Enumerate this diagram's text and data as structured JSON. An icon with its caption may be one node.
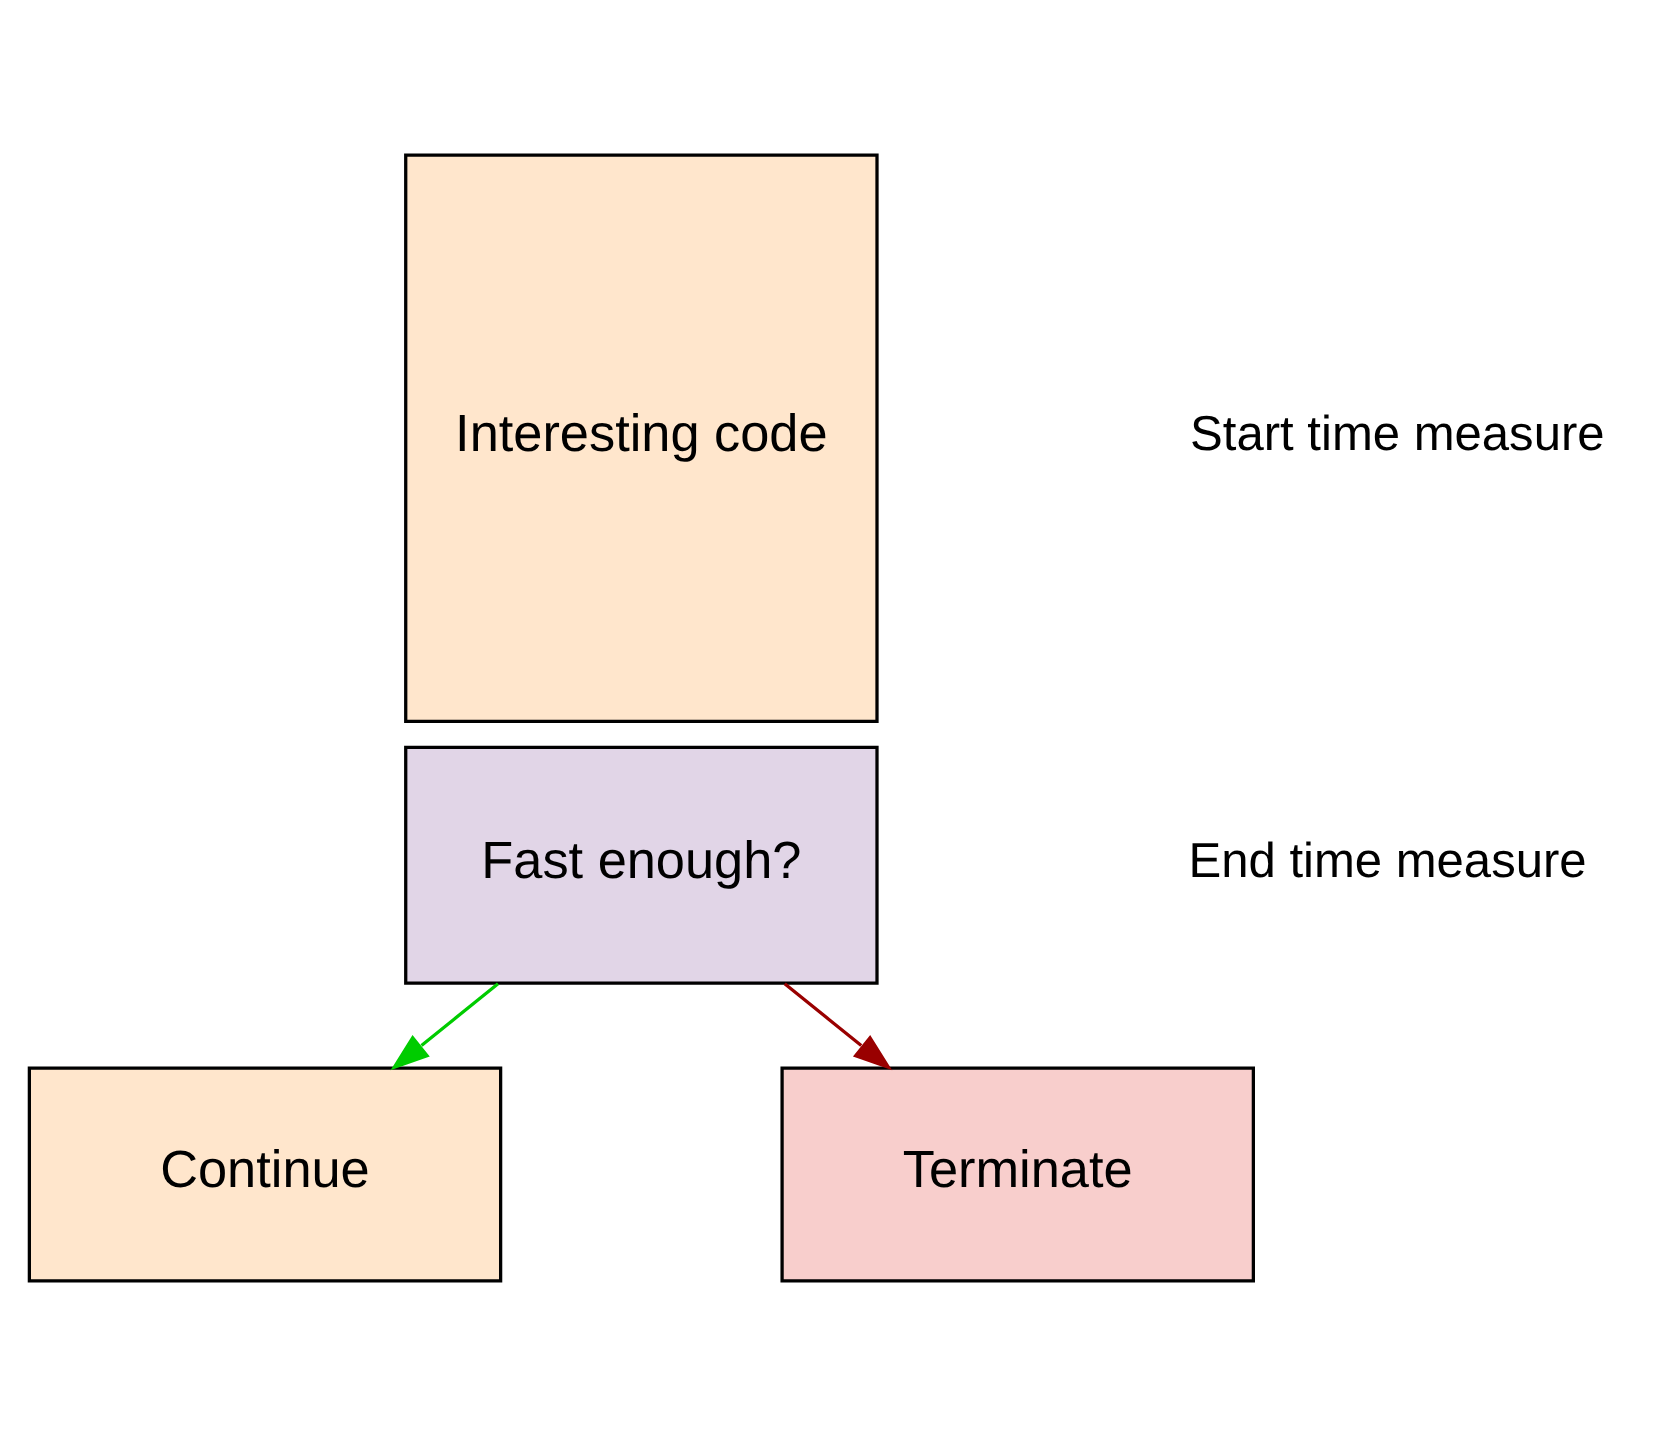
{
  "diagram": {
    "nodes": [
      {
        "text": [
          "Interesting code"
        ]
      },
      {
        "text": [
          "Fast enough?"
        ]
      },
      {
        "text": [
          "Continue"
        ]
      },
      {
        "text": [
          "Terminate"
        ]
      }
    ],
    "edges": [
      {
        "from": 1,
        "to": 2,
        "arrow": "to",
        "color": "#00cc00"
      },
      {
        "from": 1,
        "to": 3,
        "arrow": "to",
        "color": "#990000"
      }
    ],
    "labels": [
      "Start time measure",
      "End time measure"
    ]
  }
}
